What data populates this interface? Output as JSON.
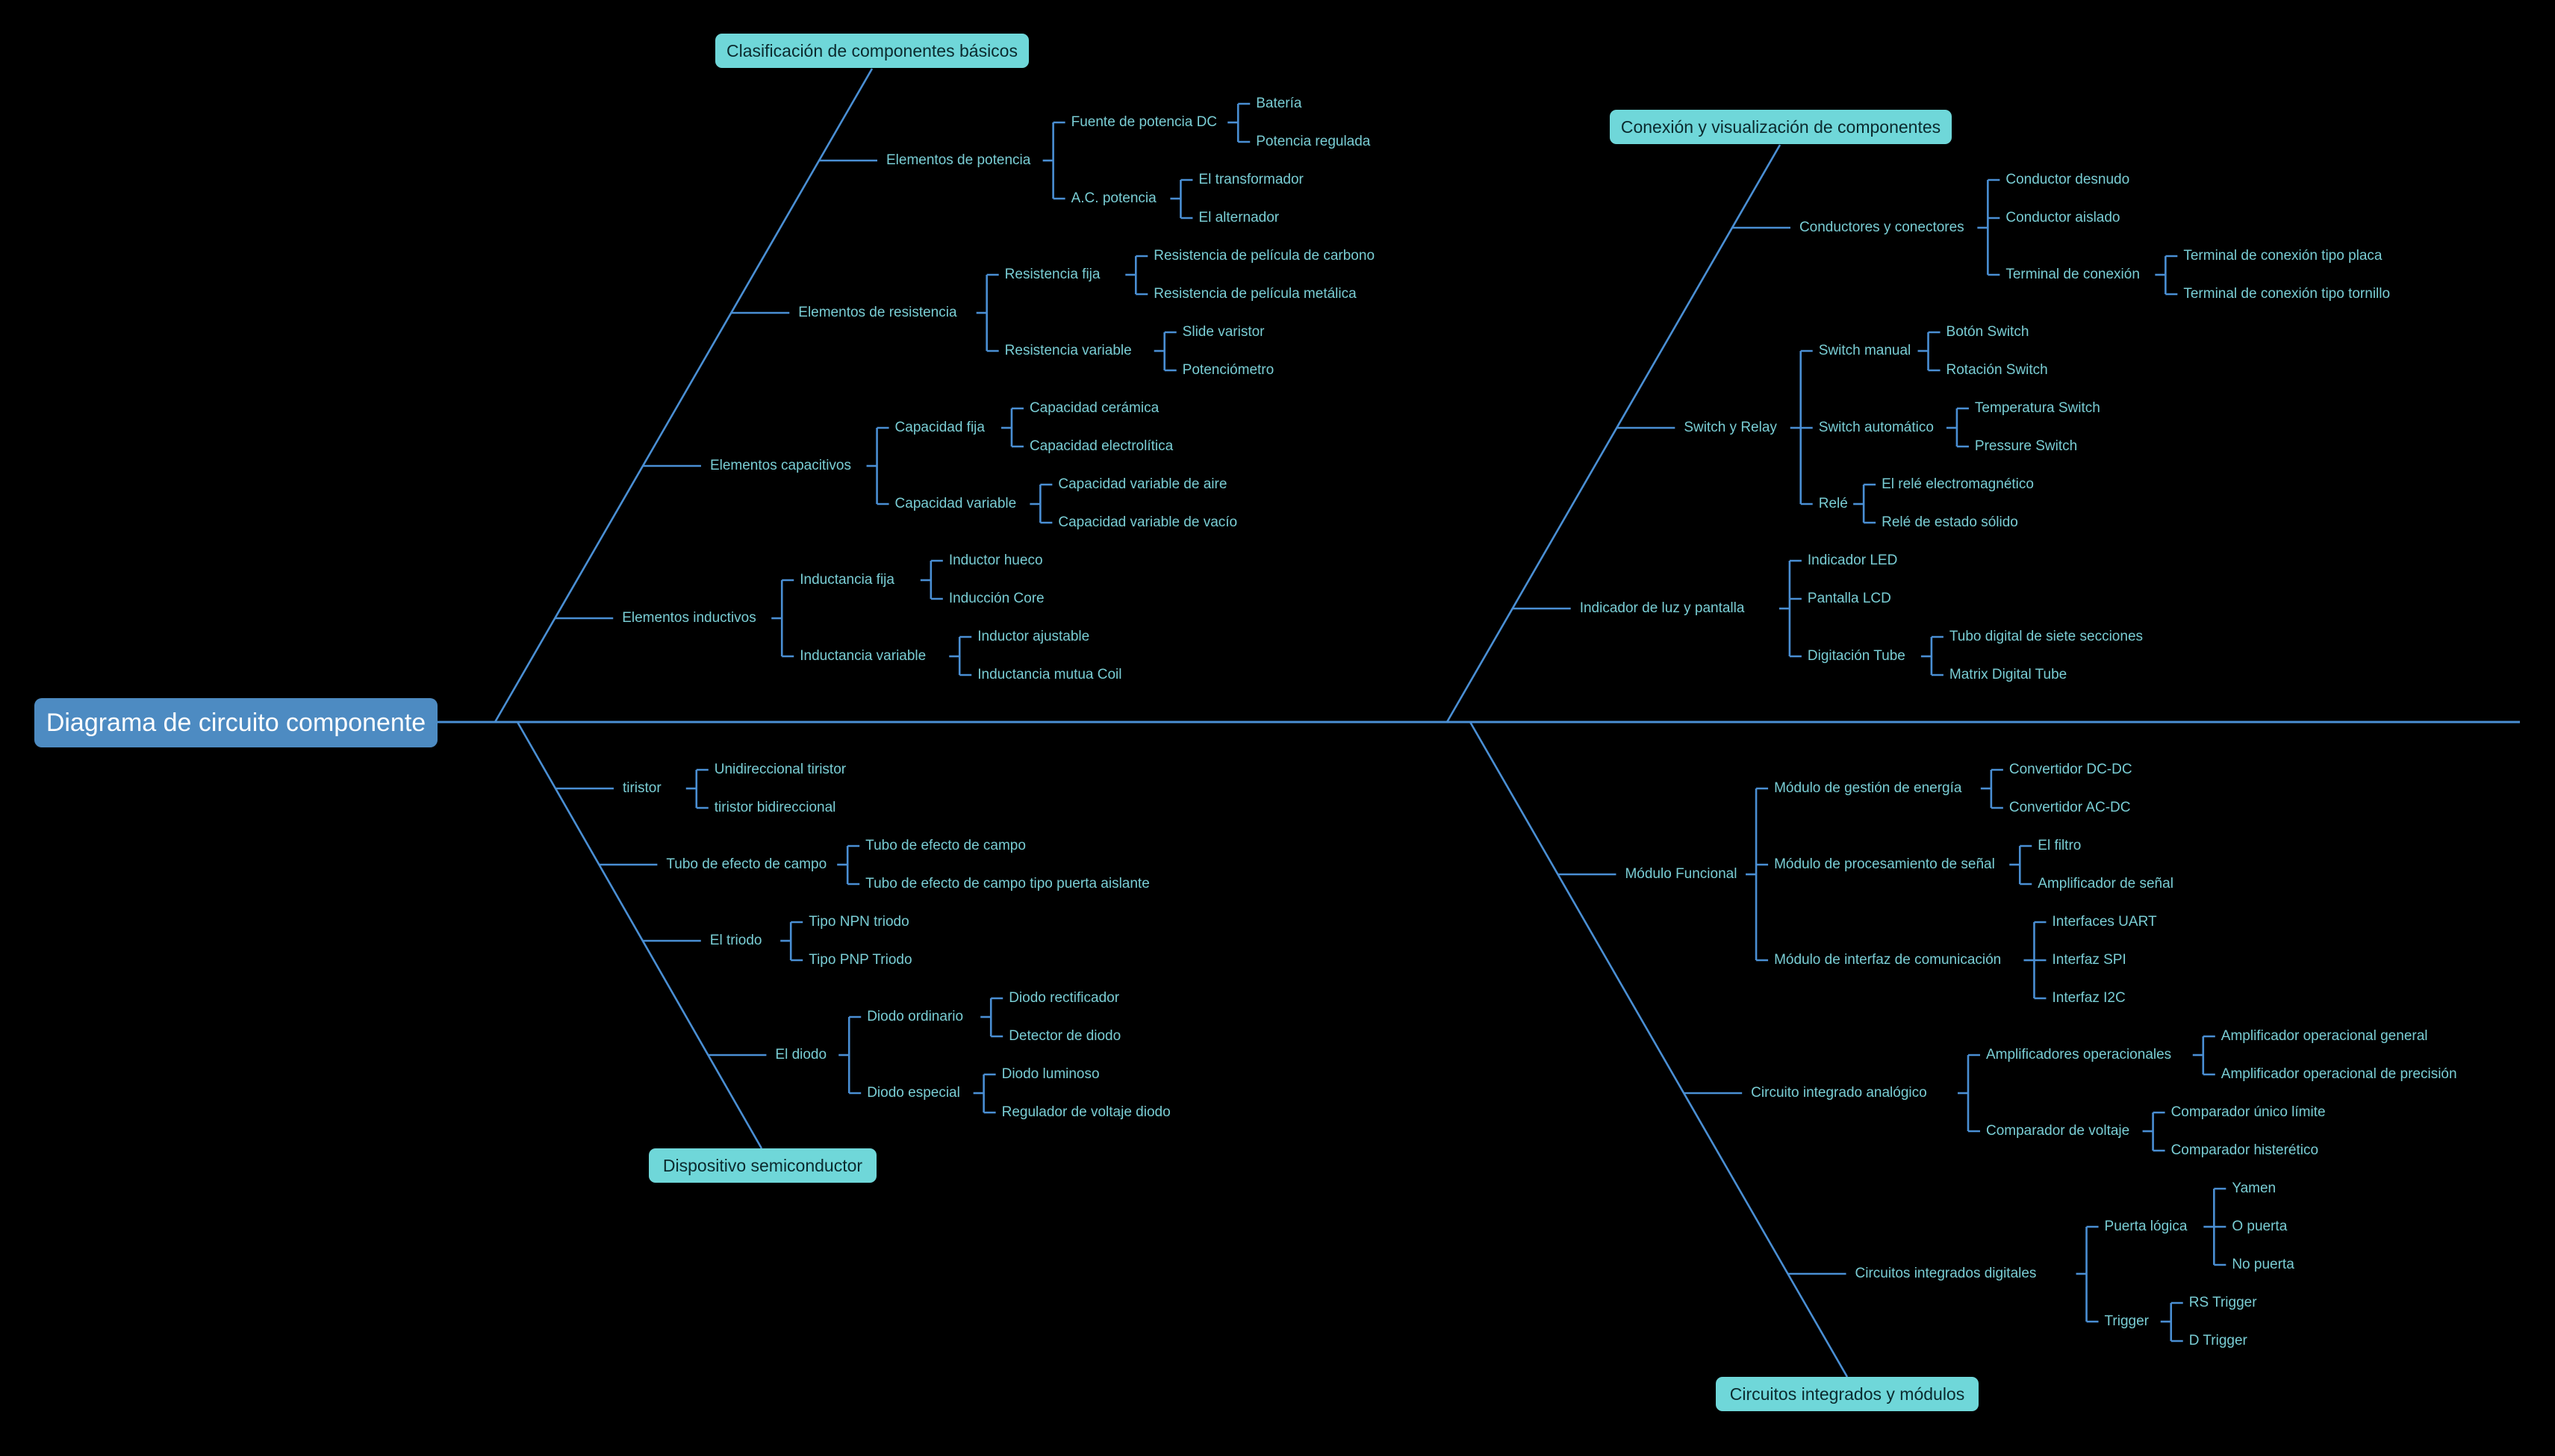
{
  "title": "Diagrama de circuito componente",
  "colors": {
    "background": "#000000",
    "line": "#4a8fd4",
    "root": "#4d8bc2",
    "category": "#6fd7d9",
    "text": "#79cdd4"
  },
  "categories": [
    {
      "label": "Clasificación de componentes básicos",
      "branches": [
        {
          "label": "Elementos de potencia",
          "children": [
            {
              "label": "Fuente de potencia DC",
              "children": [
                "Batería",
                "Potencia regulada"
              ]
            },
            {
              "label": "A.C. potencia",
              "children": [
                "El transformador",
                "El alternador"
              ]
            }
          ]
        },
        {
          "label": "Elementos de resistencia",
          "children": [
            {
              "label": "Resistencia fija",
              "children": [
                "Resistencia de película de carbono",
                "Resistencia de película metálica"
              ]
            },
            {
              "label": "Resistencia variable",
              "children": [
                "Slide varistor",
                "Potenciómetro"
              ]
            }
          ]
        },
        {
          "label": "Elementos capacitivos",
          "children": [
            {
              "label": "Capacidad fija",
              "children": [
                "Capacidad cerámica",
                "Capacidad electrolítica"
              ]
            },
            {
              "label": "Capacidad variable",
              "children": [
                "Capacidad variable de aire",
                "Capacidad variable de vacío"
              ]
            }
          ]
        },
        {
          "label": "Elementos inductivos",
          "children": [
            {
              "label": "Inductancia fija",
              "children": [
                "Inductor hueco",
                "Inducción Core"
              ]
            },
            {
              "label": "Inductancia variable",
              "children": [
                "Inductor ajustable",
                "Inductancia mutua Coil"
              ]
            }
          ]
        }
      ]
    },
    {
      "label": "Dispositivo semiconductor",
      "branches": [
        {
          "label": "tiristor",
          "children": [
            {
              "label": "Unidireccional tiristor",
              "children": []
            },
            {
              "label": "tiristor bidireccional",
              "children": []
            }
          ]
        },
        {
          "label": "Tubo de efecto de campo",
          "children": [
            {
              "label": "Tubo de efecto de campo",
              "children": []
            },
            {
              "label": "Tubo de efecto de campo tipo puerta aislante",
              "children": []
            }
          ]
        },
        {
          "label": "El triodo",
          "children": [
            {
              "label": "Tipo NPN triodo",
              "children": []
            },
            {
              "label": "Tipo PNP Triodo",
              "children": []
            }
          ]
        },
        {
          "label": "El diodo",
          "children": [
            {
              "label": "Diodo ordinario",
              "children": [
                "Diodo rectificador",
                "Detector de diodo"
              ]
            },
            {
              "label": "Diodo especial",
              "children": [
                "Diodo luminoso",
                "Regulador de voltaje diodo"
              ]
            }
          ]
        }
      ]
    },
    {
      "label": "Conexión y visualización de componentes",
      "branches": [
        {
          "label": "Conductores y conectores",
          "children": [
            {
              "label": "Conductor desnudo",
              "children": []
            },
            {
              "label": "Conductor aislado",
              "children": []
            },
            {
              "label": "Terminal de conexión",
              "children": [
                "Terminal de conexión tipo placa",
                "Terminal de conexión tipo tornillo"
              ]
            }
          ]
        },
        {
          "label": "Switch y Relay",
          "children": [
            {
              "label": "Switch manual",
              "children": [
                "Botón Switch",
                "Rotación Switch"
              ]
            },
            {
              "label": "Switch automático",
              "children": [
                "Temperatura Switch",
                "Pressure Switch"
              ]
            },
            {
              "label": "Relé",
              "children": [
                "El relé electromagnético",
                "Relé de estado sólido"
              ]
            }
          ]
        },
        {
          "label": "Indicador de luz y pantalla",
          "children": [
            {
              "label": "Indicador LED",
              "children": []
            },
            {
              "label": "Pantalla LCD",
              "children": []
            },
            {
              "label": "Digitación Tube",
              "children": [
                "Tubo digital de siete secciones",
                "Matrix Digital Tube"
              ]
            }
          ]
        }
      ]
    },
    {
      "label": "Circuitos integrados y módulos",
      "branches": [
        {
          "label": "Módulo Funcional",
          "children": [
            {
              "label": "Módulo de gestión de energía",
              "children": [
                "Convertidor DC-DC",
                "Convertidor AC-DC"
              ]
            },
            {
              "label": "Módulo de procesamiento de señal",
              "children": [
                "El filtro",
                "Amplificador de señal"
              ]
            },
            {
              "label": "Módulo de interfaz de comunicación",
              "children": [
                "Interfaces UART",
                "Interfaz SPI",
                "Interfaz I2C"
              ]
            }
          ]
        },
        {
          "label": "Circuito integrado analógico",
          "children": [
            {
              "label": "Amplificadores operacionales",
              "children": [
                "Amplificador operacional general",
                "Amplificador operacional de precisión"
              ]
            },
            {
              "label": "Comparador de voltaje",
              "children": [
                "Comparador único límite",
                "Comparador histerético"
              ]
            }
          ]
        },
        {
          "label": "Circuitos integrados digitales",
          "children": [
            {
              "label": "Puerta lógica",
              "children": [
                "Yamen",
                "O puerta",
                "No puerta"
              ]
            },
            {
              "label": "Trigger",
              "children": [
                "RS Trigger",
                "D Trigger"
              ]
            }
          ]
        }
      ]
    }
  ]
}
